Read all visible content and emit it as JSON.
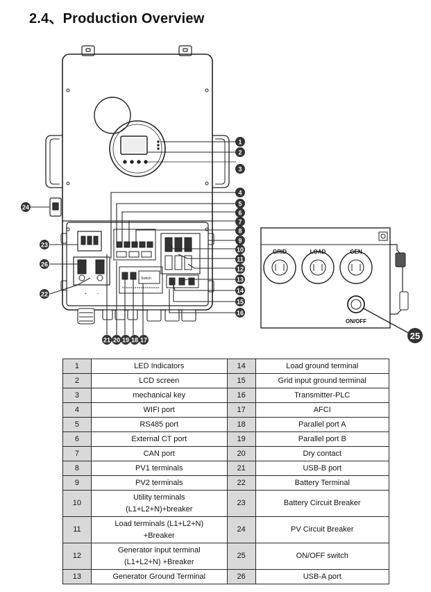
{
  "section_title": "2.4、Production Overview",
  "figure_labels": {
    "grid": "GRID",
    "load": "LOAD",
    "gen": "GEN",
    "onoff": "ON/OFF",
    "plus": "+",
    "minus": "−",
    "switch": "Switch"
  },
  "callouts": {
    "right": [
      "1",
      "2",
      "3",
      "4",
      "5",
      "6",
      "7",
      "8",
      "9",
      "10",
      "11",
      "12",
      "13",
      "14",
      "15",
      "16"
    ],
    "bottom": [
      "21",
      "20",
      "19",
      "18",
      "17"
    ],
    "left": [
      "24",
      "23",
      "26",
      "22"
    ],
    "side_panel": "25"
  },
  "parts_table": [
    {
      "n1": "1",
      "d1": "LED Indicators",
      "n2": "14",
      "d2": "Load ground terminal"
    },
    {
      "n1": "2",
      "d1": "LCD screen",
      "n2": "15",
      "d2": "Grid input ground terminal"
    },
    {
      "n1": "3",
      "d1": "mechanical key",
      "n2": "16",
      "d2": "Transmitter-PLC"
    },
    {
      "n1": "4",
      "d1": "WIFI port",
      "n2": "17",
      "d2": "AFCI"
    },
    {
      "n1": "5",
      "d1": "RS485 port",
      "n2": "18",
      "d2": "Parallel port A"
    },
    {
      "n1": "6",
      "d1": "External CT port",
      "n2": "19",
      "d2": "Parallel port B"
    },
    {
      "n1": "7",
      "d1": "CAN port",
      "n2": "20",
      "d2": "Dry contact"
    },
    {
      "n1": "8",
      "d1": "PV1 terminals",
      "n2": "21",
      "d2": "USB-B port"
    },
    {
      "n1": "9",
      "d1": "PV2 terminals",
      "n2": "22",
      "d2": "Battery Terminal"
    },
    {
      "n1": "10",
      "d1a": "Utility terminals",
      "d1b": "(L1+L2+N)+breaker",
      "n2": "23",
      "d2": "Battery Circuit Breaker"
    },
    {
      "n1": "11",
      "d1a": "Load terminals  (L1+L2+N)",
      "d1b": "+Breaker",
      "n2": "24",
      "d2": "PV Circuit Breaker"
    },
    {
      "n1": "12",
      "d1a": "Generator input terminal",
      "d1b": "(L1+L2+N)  +Breaker",
      "n2": "25",
      "d2": "ON/OFF switch"
    },
    {
      "n1": "13",
      "d1": "Generator Ground Terminal",
      "n2": "26",
      "d2": "USB-A port"
    }
  ]
}
